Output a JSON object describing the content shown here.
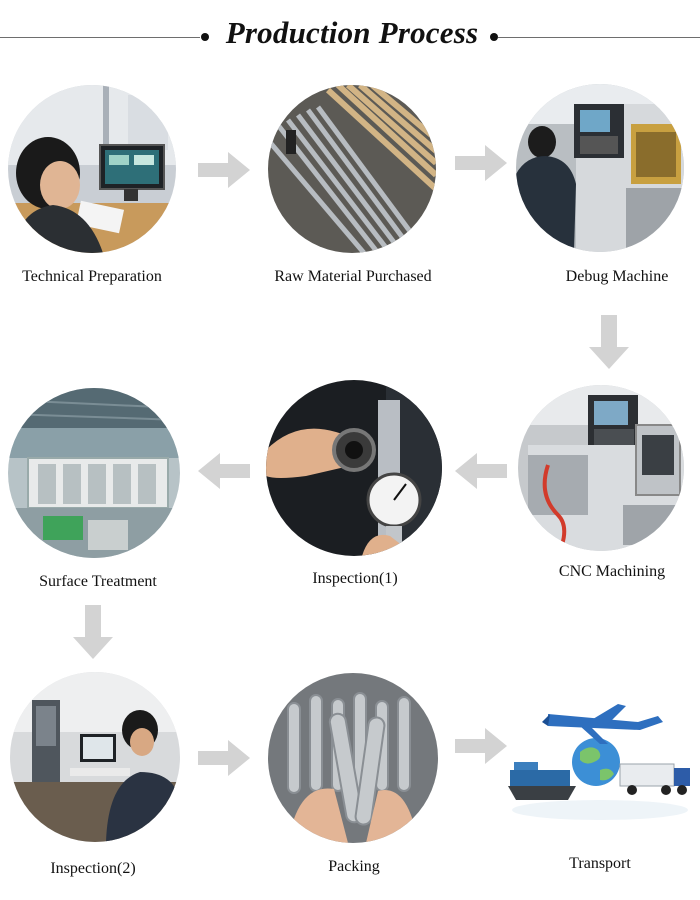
{
  "header": {
    "title": "Production Process"
  },
  "steps": [
    {
      "label": "Technical Preparation"
    },
    {
      "label": "Raw Material Purchased"
    },
    {
      "label": "Debug Machine"
    },
    {
      "label": "CNC Machining"
    },
    {
      "label": "Inspection(1)"
    },
    {
      "label": "Surface Treatment"
    },
    {
      "label": "Inspection(2)"
    },
    {
      "label": "Packing"
    },
    {
      "label": "Transport"
    }
  ],
  "colors": {
    "arrow": "#d3d3d3",
    "text": "#111111",
    "rule": "#6e6e6e"
  }
}
